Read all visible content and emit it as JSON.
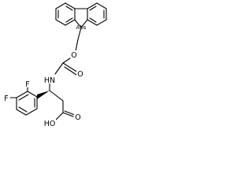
{
  "structure": {
    "labels": {
      "stereo": "Abs",
      "o_ester": "O",
      "o_carbonyl": "O",
      "nh": "HN",
      "f_top": "F",
      "f_left": "F",
      "acid": "HO",
      "o_acid": "O"
    }
  }
}
